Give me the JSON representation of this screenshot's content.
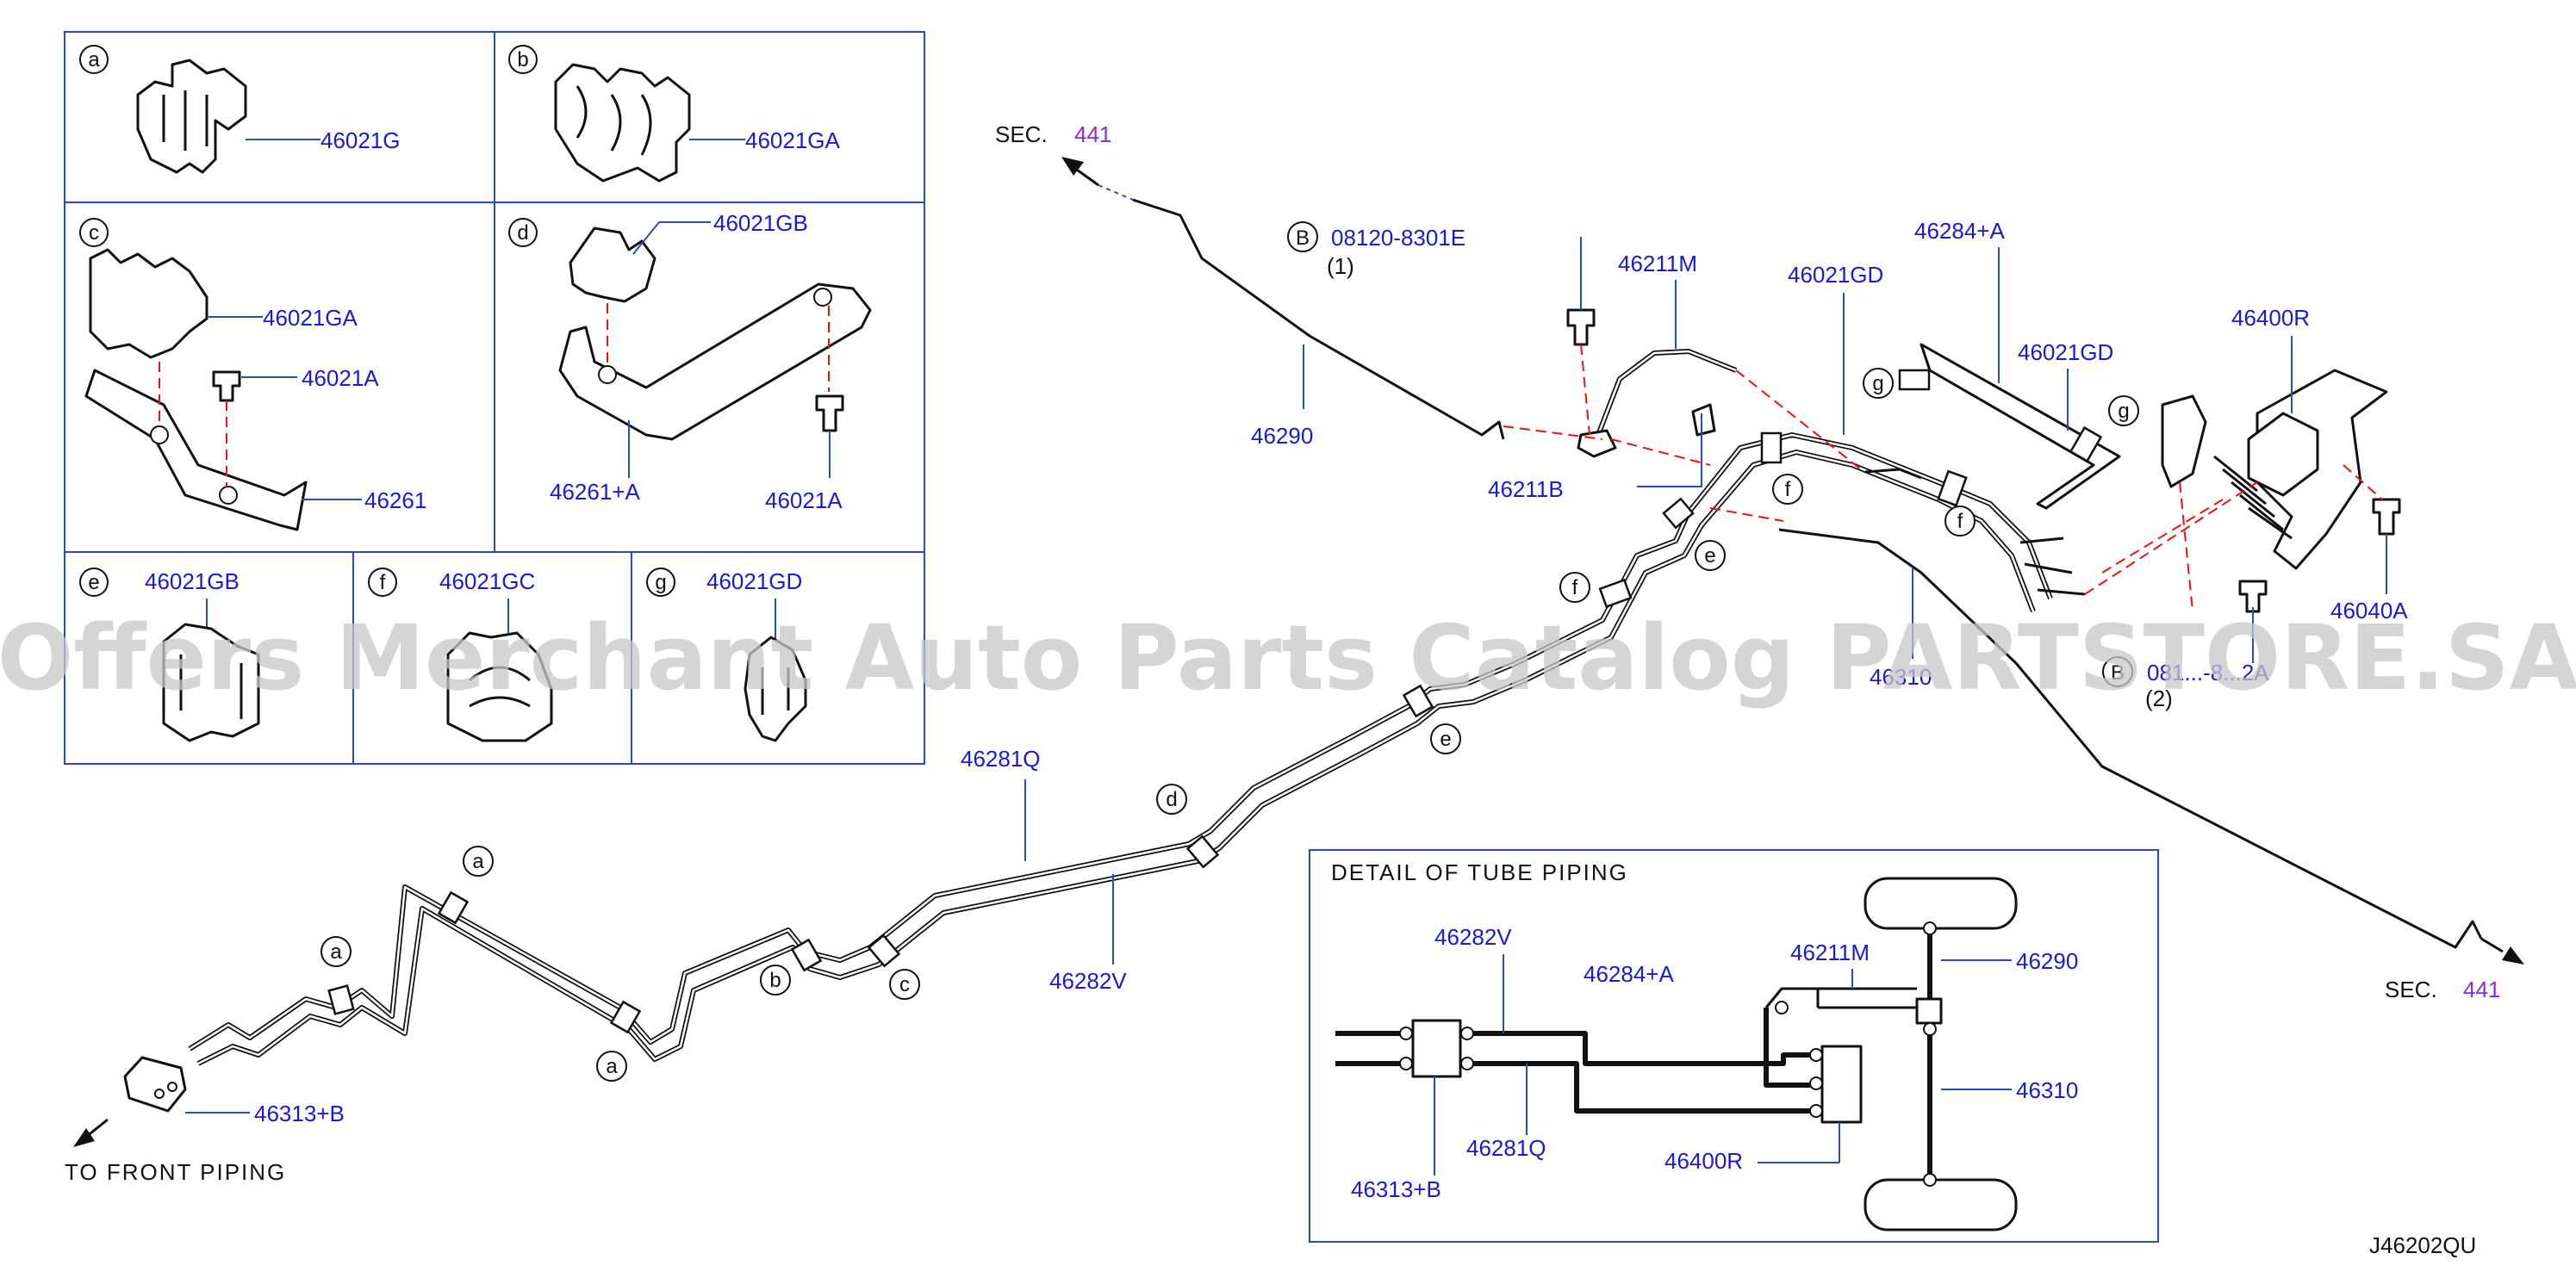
{
  "diagram_code": "J46202QU",
  "watermark": "Offers Merchant Auto Parts Catalog PARTSTORE.SA",
  "inset_panels": [
    {
      "letter": "a",
      "part": "46021G"
    },
    {
      "letter": "b",
      "part": "46021GA"
    },
    {
      "letter": "c",
      "parts": [
        "46021GA",
        "46021A",
        "46261"
      ]
    },
    {
      "letter": "d",
      "parts": [
        "46021GB",
        "46261+A",
        "46021A"
      ]
    },
    {
      "letter": "e",
      "part": "46021GB"
    },
    {
      "letter": "f",
      "part": "46021GC"
    },
    {
      "letter": "g",
      "part": "46021GD"
    }
  ],
  "labels": {
    "sec_top": "SEC.",
    "sec_top_num": "441",
    "sec_bottom": "SEC.",
    "sec_bottom_num": "441",
    "bolt_top_letter": "B",
    "bolt_top_part": "08120-8301E",
    "bolt_top_qty": "(1)",
    "bolt_right_letter": "B",
    "bolt_right_part": "081...-8...2A",
    "bolt_right_qty": "(2)",
    "p46290": "46290",
    "p46211M": "46211M",
    "p46211B": "46211B",
    "p46021GD_a": "46021GD",
    "p46021GD_b": "46021GD",
    "p46284A": "46284+A",
    "p46400R": "46400R",
    "p46040A": "46040A",
    "p46310": "46310",
    "p46281Q": "46281Q",
    "p46282V": "46282V",
    "p46313B": "46313+B",
    "to_front": "TO  FRONT  PIPING"
  },
  "clip_markers": [
    "a",
    "a",
    "a",
    "b",
    "c",
    "d",
    "e",
    "e",
    "f",
    "f",
    "f",
    "g",
    "g"
  ],
  "detail": {
    "title": "DETAIL  OF  TUBE  PIPING",
    "labels": [
      "46282V",
      "46284+A",
      "46211M",
      "46290",
      "46310",
      "46281Q",
      "46400R",
      "46313+B"
    ]
  },
  "colors": {
    "label_blue": "#1a1ad6",
    "section_purple": "#8a2be2",
    "frame_blue": "#2a4db0",
    "dash_red": "#e11111"
  }
}
